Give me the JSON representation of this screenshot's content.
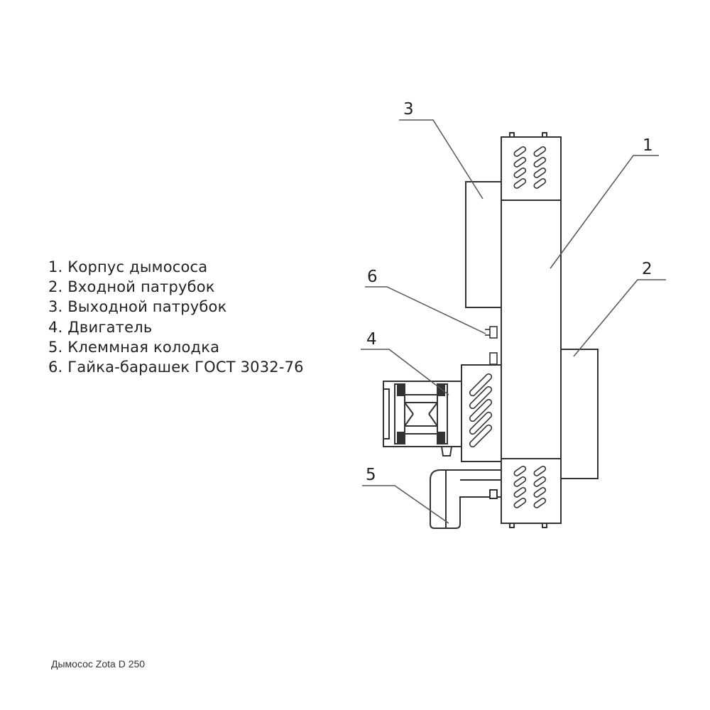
{
  "legend": [
    "1. Корпус дымососа",
    "2. Входной патрубок",
    "3. Выходной патрубок",
    "4. Двигатель",
    "5. Клеммная колодка",
    "6. Гайка-барашек ГОСТ 3032-76"
  ],
  "callouts": [
    "1",
    "2",
    "3",
    "4",
    "5",
    "6"
  ],
  "caption": "Дымосос Zota D 250"
}
